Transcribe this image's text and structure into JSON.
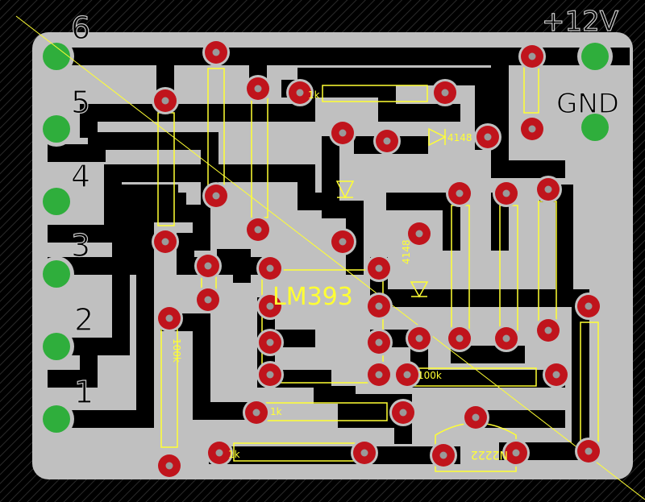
{
  "board": {
    "chip_label": "LM393",
    "power_labels": {
      "plus": "+12V",
      "ground": "GND"
    },
    "left_header_labels": [
      "6",
      "5",
      "4",
      "3",
      "2",
      "1"
    ],
    "component_labels": {
      "r_top_horizontal": "1k",
      "diode_top": "4148",
      "diode_mid": "4148",
      "r_bottom_horizontal": "1k",
      "r_bottom_left": "1k",
      "r_lower_right": "100k",
      "r_left_vertical": "100k",
      "transistor": "N2222"
    },
    "colors": {
      "background": "#000000",
      "hatch": "#2a2a2a",
      "copper_pour": "#c0c0c0",
      "trace": "#000000",
      "pad": "#c0141c",
      "pad_hole": "#9a9a9a",
      "connector_pad": "#2fae3c",
      "silkscreen": "#ffff33"
    }
  }
}
